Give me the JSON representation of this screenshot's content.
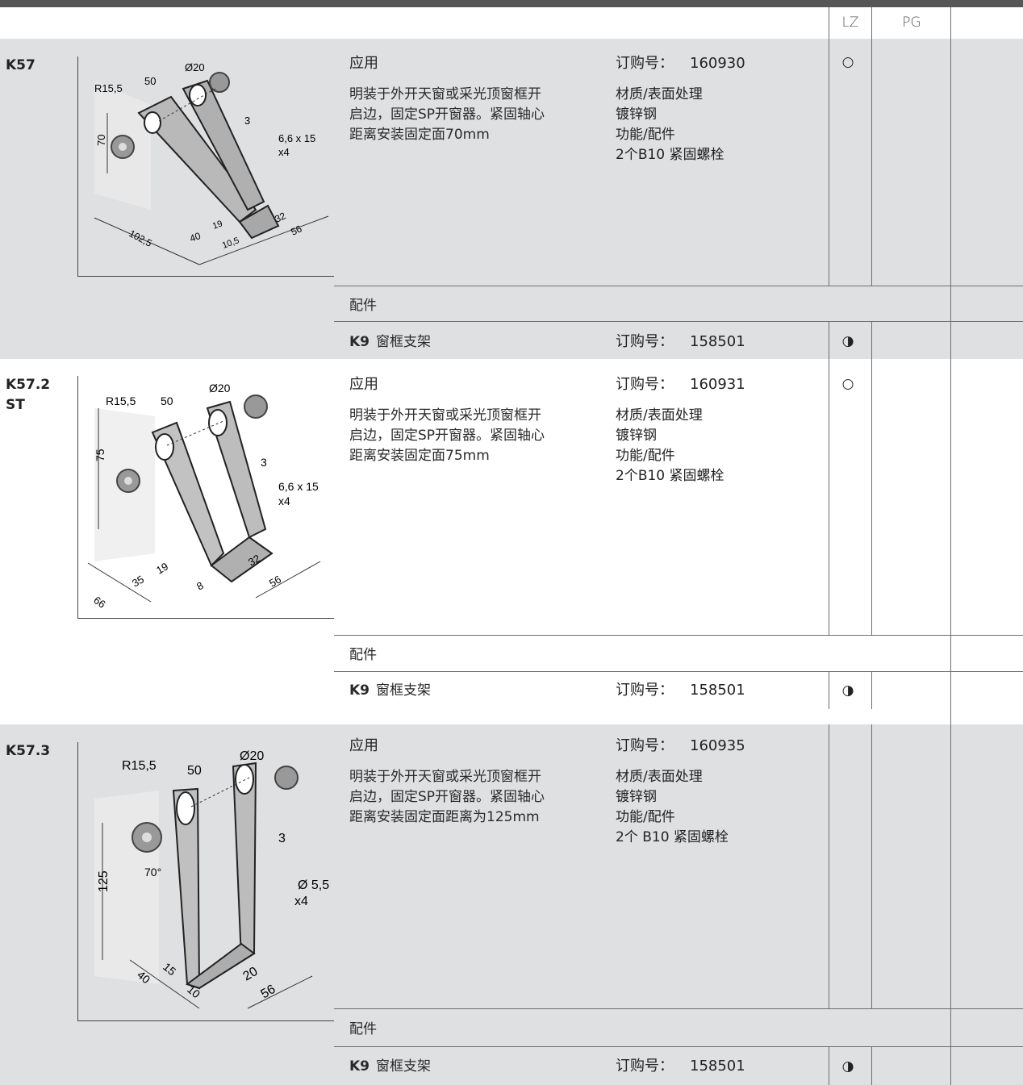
{
  "header": {
    "col_lz": "LZ",
    "col_pg": "PG"
  },
  "products": [
    {
      "code": "K57",
      "application_title": "应用",
      "application_text": [
        "明装于外开天窗或采光顶窗框开",
        "启边，固定SP开窗器。紧固轴心",
        "距离安装固定面70mm"
      ],
      "order_label": "订购号：",
      "order_number": "160930",
      "material_title": "材质/表面处理",
      "material_value": "镀锌钢",
      "function_title": "功能/配件",
      "function_value": "2个B10 紧固螺栓",
      "lz_symbol": "○",
      "accessory_header": "配件",
      "accessory_code": "K9",
      "accessory_name": "窗框支架",
      "accessory_order_label": "订购号：",
      "accessory_order_number": "158501",
      "accessory_lz_symbol": "◑",
      "drawing_labels": {
        "r": "R15,5",
        "w": "50",
        "d": "Ø20",
        "h": "70",
        "t": "3",
        "slot": "6,6 x 15",
        "n": "x4",
        "l1": "102,5",
        "l2": "40",
        "l3": "19",
        "l4": "10,5",
        "l5": "32",
        "l6": "56"
      }
    },
    {
      "code": "K57.2",
      "code_line2": "ST",
      "application_title": "应用",
      "application_text": [
        "明装于外开天窗或采光顶窗框开",
        "启边，固定SP开窗器。紧固轴心",
        "距离安装固定面75mm"
      ],
      "order_label": "订购号：",
      "order_number": "160931",
      "material_title": "材质/表面处理",
      "material_value": "镀锌钢",
      "function_title": "功能/配件",
      "function_value": "2个B10 紧固螺栓",
      "lz_symbol": "○",
      "accessory_header": "配件",
      "accessory_code": "K9",
      "accessory_name": "窗框支架",
      "accessory_order_label": "订购号：",
      "accessory_order_number": "158501",
      "accessory_lz_symbol": "◑",
      "drawing_labels": {
        "r": "R15,5",
        "w": "50",
        "d": "Ø20",
        "h": "75",
        "t": "3",
        "slot": "6,6 x 15",
        "n": "x4",
        "l1": "66",
        "l2": "35",
        "l3": "19",
        "l4": "8",
        "l5": "32",
        "l6": "56"
      }
    },
    {
      "code": "K57.3",
      "application_title": "应用",
      "application_text": [
        "明装于外开天窗或采光顶窗框开",
        "启边，固定SP开窗器。紧固轴心",
        "距离安装固定面距离为125mm"
      ],
      "order_label": "订购号：",
      "order_number": "160935",
      "material_title": "材质/表面处理",
      "material_value": "镀锌钢",
      "function_title": "功能/配件",
      "function_value": "2个 B10 紧固螺栓",
      "lz_symbol": "",
      "accessory_header": "配件",
      "accessory_code": "K9",
      "accessory_name": "窗框支架",
      "accessory_order_label": "订购号：",
      "accessory_order_number": "158501",
      "accessory_lz_symbol": "◑",
      "drawing_labels": {
        "r": "R15,5",
        "w": "50",
        "d": "Ø20",
        "h": "125",
        "a": "70°",
        "t": "3",
        "slot": "Ø 5,5",
        "n": "x4",
        "l2": "40",
        "l3": "15",
        "l4": "10",
        "l5": "20",
        "l6": "56"
      }
    }
  ]
}
